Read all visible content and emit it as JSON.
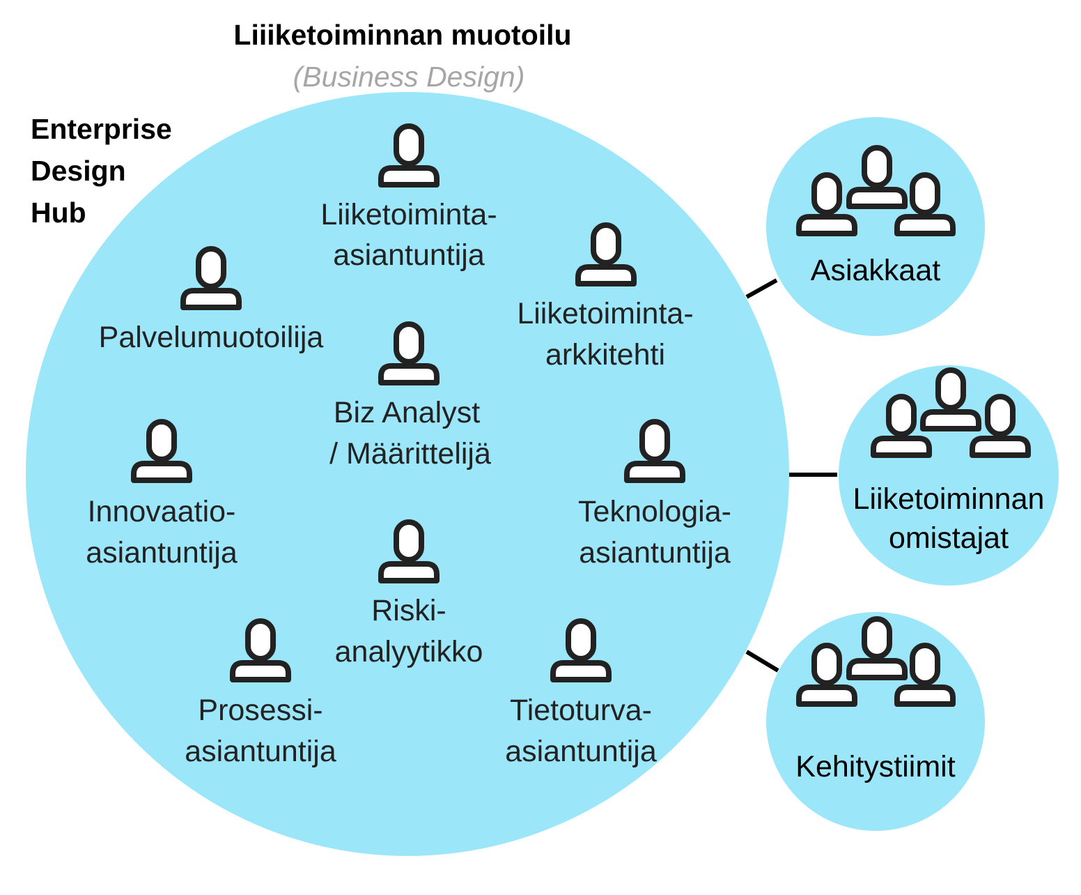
{
  "title": "Liiiketoiminnan muotoilu",
  "subtitle": "(Business Design)",
  "hub": {
    "label_lines": [
      "Enterprise",
      "Design",
      "Hub"
    ],
    "fill_color": "#9ce6fa",
    "roles": [
      {
        "id": "liiketoiminta-asiantuntija",
        "icon": "person-icon",
        "lines": [
          "Liiketoiminta-",
          "asiantuntija"
        ]
      },
      {
        "id": "palvelumuotoilija",
        "icon": "person-icon",
        "lines": [
          "Palvelumuotoilija"
        ]
      },
      {
        "id": "liiketoiminta-arkkitehti",
        "icon": "person-icon",
        "lines": [
          "Liiketoiminta-",
          "arkkitehti"
        ]
      },
      {
        "id": "biz-analyst",
        "icon": "person-icon",
        "lines": [
          "Biz Analyst",
          "/ Määrittelijä"
        ]
      },
      {
        "id": "innovaatio-asiantuntija",
        "icon": "person-icon",
        "lines": [
          "Innovaatio-",
          "asiantuntija"
        ]
      },
      {
        "id": "teknologia-asiantuntija",
        "icon": "person-icon",
        "lines": [
          "Teknologia-",
          "asiantuntija"
        ]
      },
      {
        "id": "riskianalyytikko",
        "icon": "person-icon",
        "lines": [
          "Riski-",
          "analyytikko"
        ]
      },
      {
        "id": "prosessi-asiantuntija",
        "icon": "person-icon",
        "lines": [
          "Prosessi-",
          "asiantuntija"
        ]
      },
      {
        "id": "tietoturva-asiantuntija",
        "icon": "person-icon",
        "lines": [
          "Tietoturva-",
          "asiantuntija"
        ]
      }
    ]
  },
  "stakeholders": [
    {
      "id": "asiakkaat",
      "icon": "group-icon",
      "lines": [
        "Asiakkaat"
      ]
    },
    {
      "id": "liiketoiminnan-omistajat",
      "icon": "group-icon",
      "lines": [
        "Liiketoiminnan",
        "omistajat"
      ]
    },
    {
      "id": "kehitystiimit",
      "icon": "group-icon",
      "lines": [
        "Kehitystiimit"
      ]
    }
  ],
  "colors": {
    "bubble": "#9ce6fa",
    "text": "#222222",
    "subtitle": "#a6a6a6",
    "icon_stroke": "#222222",
    "icon_fill": "#ffffff"
  }
}
